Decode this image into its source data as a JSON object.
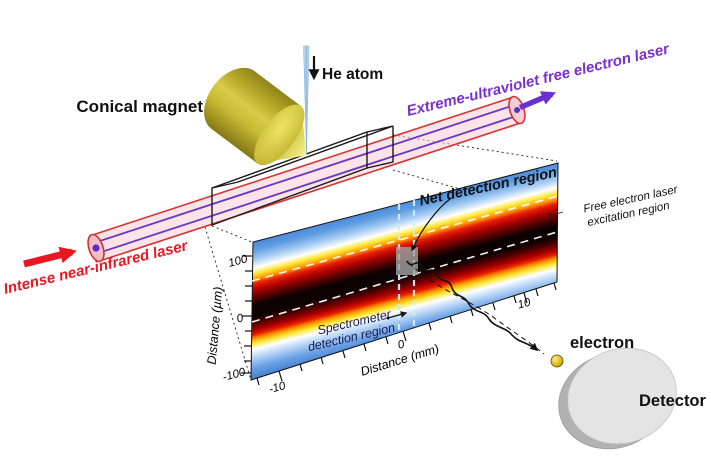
{
  "figure": {
    "kind": "experimental-setup-diagram",
    "labels": {
      "conical_magnet": "Conical magnet",
      "he_atom": "He atom",
      "euv_fel": "Extreme-ultraviolet free electron laser",
      "nir_laser": "Intense near-infrared laser",
      "net_detection_region": "Net detection region",
      "fel_excitation_line1": "Free electron laser",
      "fel_excitation_line2": "excitation region",
      "spectrometer_line1": "Spectrometer",
      "spectrometer_line2": "detection region",
      "electron": "electron",
      "detector": "Detector"
    },
    "colors": {
      "nir_laser_red": "#e81822",
      "euv_purple": "#7a2fd0",
      "beam_tube_pink": "#f7cdd6",
      "beam_tube_outline": "#d93030",
      "inner_beam_purple": "#6a35c8",
      "magnet_yellow": "#d9cc46",
      "he_beam_blue": "#aaccec",
      "detector_gray": "#e4e4e4",
      "electron_gold": "#d9b519",
      "spectrometer_text": "#1a1a4e"
    }
  },
  "chart_data": {
    "type": "heatmap",
    "title": "",
    "xlabel": "Distance (mm)",
    "ylabel": "Distance (µm)",
    "x_tick_labels": [
      "-10",
      "0",
      "10"
    ],
    "y_tick_labels": [
      "100",
      "0",
      "-100"
    ],
    "x_range": [
      -13,
      14
    ],
    "y_range": [
      -130,
      115
    ],
    "grid": false,
    "legend": "none",
    "description": "Laser-intensity map: symmetric band along the beam axis, blue at edges through white, yellow, red to near-black at the centre",
    "gradient_stops": [
      {
        "offset": 0.0,
        "color": "#4a8ad8"
      },
      {
        "offset": 0.13,
        "color": "#a6cdf2"
      },
      {
        "offset": 0.19,
        "color": "#ffffff"
      },
      {
        "offset": 0.23,
        "color": "#ffe93c"
      },
      {
        "offset": 0.305,
        "color": "#e81e00"
      },
      {
        "offset": 0.415,
        "color": "#4a0000"
      },
      {
        "offset": 0.5,
        "color": "#0d0000"
      },
      {
        "offset": 0.585,
        "color": "#4a0000"
      },
      {
        "offset": 0.67,
        "color": "#e81e00"
      },
      {
        "offset": 0.735,
        "color": "#ffe93c"
      },
      {
        "offset": 0.775,
        "color": "#ffffff"
      },
      {
        "offset": 0.835,
        "color": "#b7d4f5"
      },
      {
        "offset": 1.0,
        "color": "#3f7ccc"
      }
    ],
    "overlays": {
      "fel_excitation_region_um": [
        -5,
        55
      ],
      "spectrometer_region_mm": [
        -0.5,
        0.6
      ],
      "net_detection_region": "small gray square at intersection of excitation band and spectrometer region"
    }
  }
}
